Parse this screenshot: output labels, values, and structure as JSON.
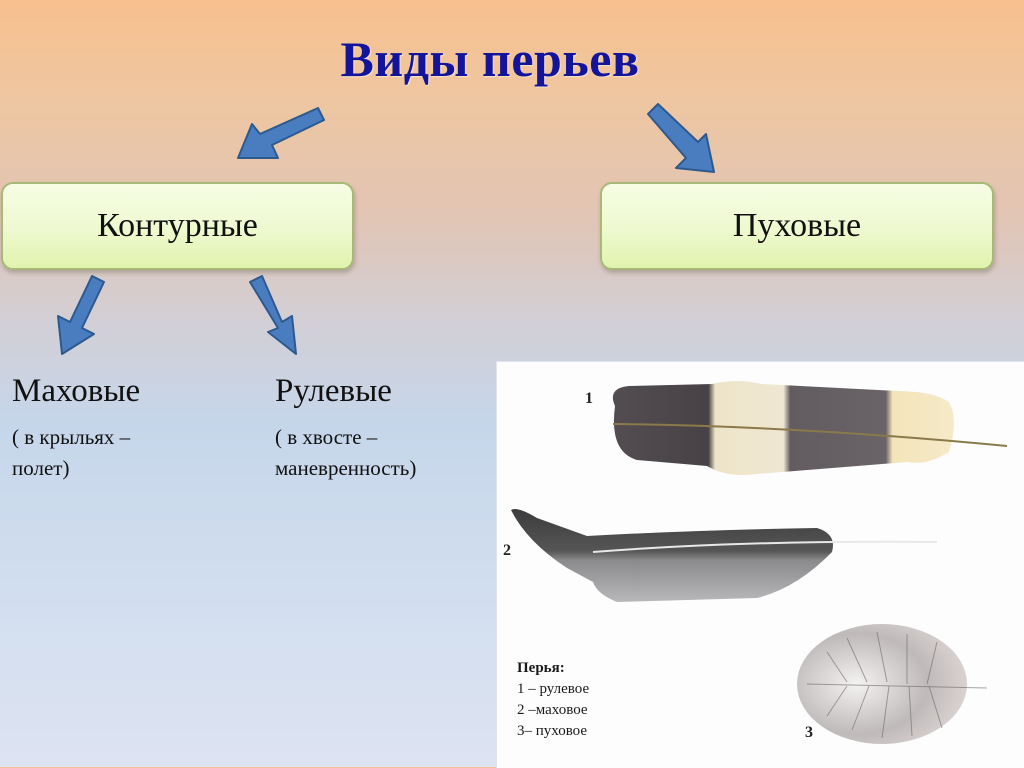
{
  "title": "Виды перьев",
  "categories": [
    {
      "label": "Контурные"
    },
    {
      "label": "Пуховые"
    }
  ],
  "subtypes": [
    {
      "label": "Маховые",
      "note_line1": "( в крыльях –",
      "note_line2": "полет)"
    },
    {
      "label": "Рулевые",
      "note_line1": "( в хвосте –",
      "note_line2": "маневренность)"
    }
  ],
  "figure": {
    "numbers": [
      "1",
      "2",
      "3"
    ],
    "legend": {
      "title": "Перья:",
      "items": [
        "1 – рулевое",
        "2 –маховое",
        "3– пуховое"
      ]
    }
  },
  "colors": {
    "title": "#14149a",
    "arrow_fill": "#4a7cc0",
    "arrow_stroke": "#2d5a8e",
    "box_fill": "#eef9cf",
    "box_border": "#a8b876"
  }
}
